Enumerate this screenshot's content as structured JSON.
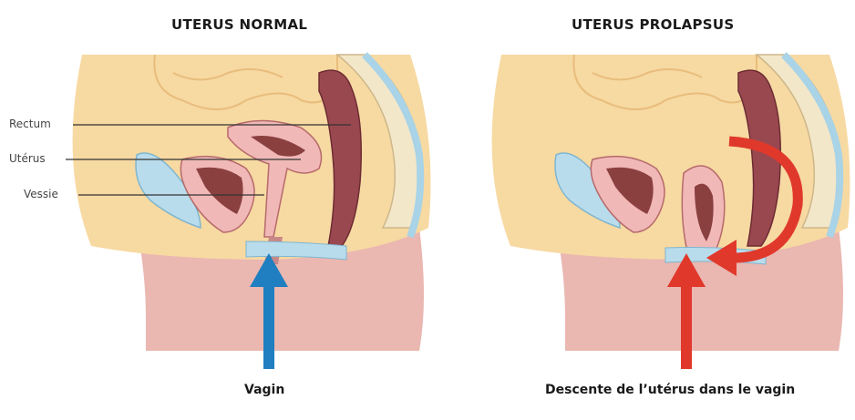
{
  "panels": [
    {
      "title": "UTERUS NORMAL",
      "caption": "Vagin",
      "arrow_color": "#1f7fc0",
      "labels": {
        "rectum": "Rectum",
        "uterus": "Utérus",
        "bladder": "Vessie"
      }
    },
    {
      "title": "UTERUS PROLAPSUS",
      "caption": "Descente de l’utérus dans le vagin",
      "arrow_color": "#e0392b"
    }
  ],
  "colors": {
    "body": "#f7d9a2",
    "skin": "#eab7b1",
    "bladder": "#b9dcec",
    "uterus": "#f1b8b8",
    "rectum": "#9a4850"
  }
}
